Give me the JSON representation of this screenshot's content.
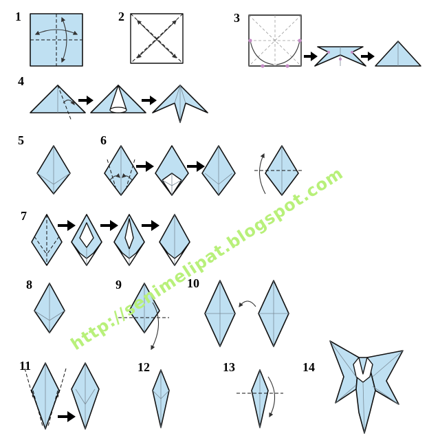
{
  "steps": [
    "1",
    "2",
    "3",
    "4",
    "5",
    "6",
    "7",
    "8",
    "9",
    "10",
    "11",
    "12",
    "13",
    "14"
  ],
  "watermark": "http://senimelipat.blogspot.com",
  "colors": {
    "paper": "#bfe0f2",
    "outline": "#111111",
    "watermark": "#b8f07a",
    "reference_dot": "#c58cc6"
  }
}
